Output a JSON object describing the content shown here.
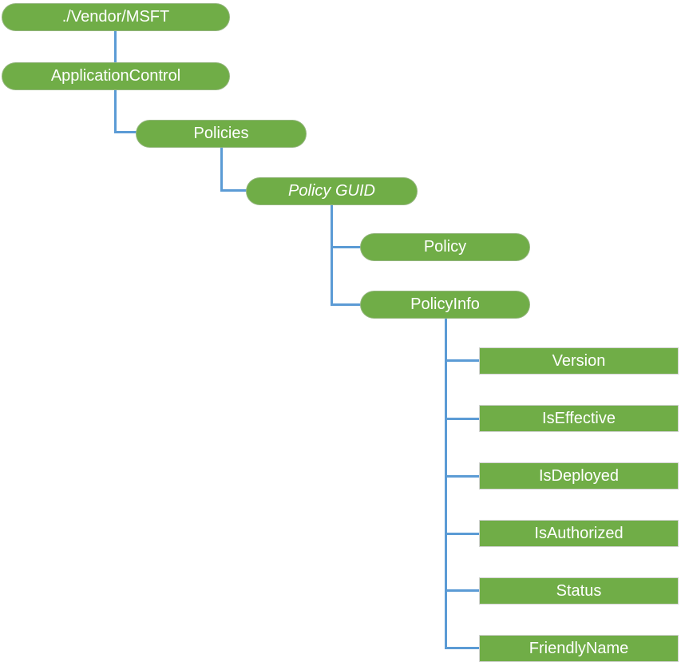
{
  "diagram": {
    "type": "tree",
    "colors": {
      "node_fill": "#70AD47",
      "node_text": "#FFFFFF",
      "connector": "#5B9BD5",
      "rect_border": "#D2D2D2",
      "background": "#FFFFFF"
    },
    "nodes": {
      "root": {
        "label": "./Vendor/MSFT",
        "shape": "rounded"
      },
      "application_control": {
        "label": "ApplicationControl",
        "shape": "rounded"
      },
      "policies": {
        "label": "Policies",
        "shape": "rounded"
      },
      "policy_guid": {
        "label": "Policy GUID",
        "shape": "rounded",
        "italic": true
      },
      "policy": {
        "label": "Policy",
        "shape": "rounded"
      },
      "policy_info": {
        "label": "PolicyInfo",
        "shape": "rounded"
      },
      "leaves": [
        {
          "label": "Version",
          "shape": "rectangle"
        },
        {
          "label": "IsEffective",
          "shape": "rectangle"
        },
        {
          "label": "IsDeployed",
          "shape": "rectangle"
        },
        {
          "label": "IsAuthorized",
          "shape": "rectangle"
        },
        {
          "label": "Status",
          "shape": "rectangle"
        },
        {
          "label": "FriendlyName",
          "shape": "rectangle"
        }
      ]
    },
    "hierarchy": [
      "./Vendor/MSFT > ApplicationControl > Policies > Policy GUID > Policy",
      "./Vendor/MSFT > ApplicationControl > Policies > Policy GUID > PolicyInfo > Version, IsEffective, IsDeployed, IsAuthorized, Status, FriendlyName"
    ]
  }
}
